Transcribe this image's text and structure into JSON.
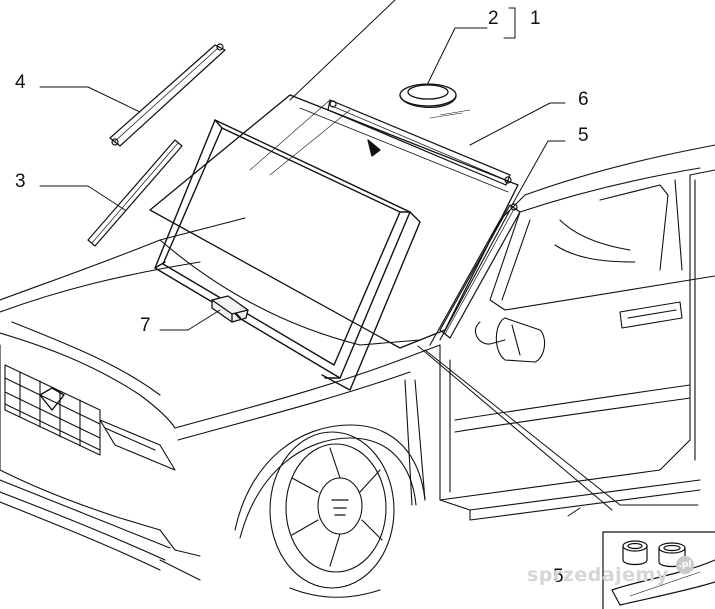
{
  "diagram": {
    "callouts": {
      "c1": "1",
      "c2": "2",
      "c3": "3",
      "c4": "4",
      "c5": "5",
      "c6": "6",
      "c7": "7",
      "c_bottom": "5"
    },
    "watermark": {
      "text": "sprzedajemy",
      "badge": ".pl"
    }
  }
}
